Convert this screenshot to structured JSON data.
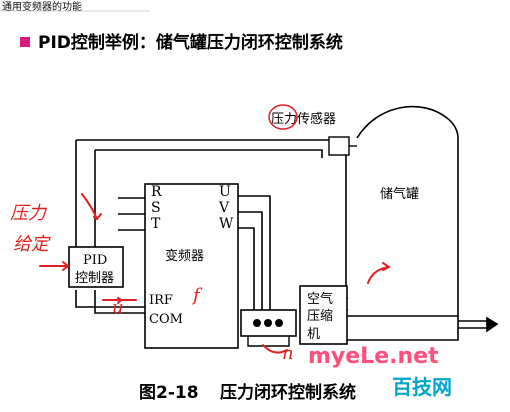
{
  "header": {
    "top_label": "通用变频器的功能",
    "slide_title": "PID控制举例：储气罐压力闭环控制系统",
    "bullet_color": "#d81b7b"
  },
  "diagram": {
    "tank_label": "储气罐",
    "pressure_sensor_label": "压力传感器",
    "pid_box": {
      "line1": "PID",
      "line2": "控制器"
    },
    "inverter": {
      "label": "变频器",
      "inputs": [
        "R",
        "S",
        "T"
      ],
      "outputs": [
        "U",
        "V",
        "W"
      ],
      "irf": "IRF",
      "com": "COM"
    },
    "compressor": {
      "line1": "空气",
      "line2": "压缩",
      "line3": "机"
    },
    "handwriting": {
      "note1": "压力",
      "note2": "给定",
      "note3": "u",
      "note4": "n",
      "note5": "f"
    },
    "ink_color": "#e02020"
  },
  "caption": {
    "figure_number": "图2-18",
    "text": "压力闭环控制系统"
  },
  "watermark": {
    "line1": "myeLe.net",
    "line2": "百技网",
    "color1": "#ff4f7a",
    "color2": "#00a6c8"
  }
}
